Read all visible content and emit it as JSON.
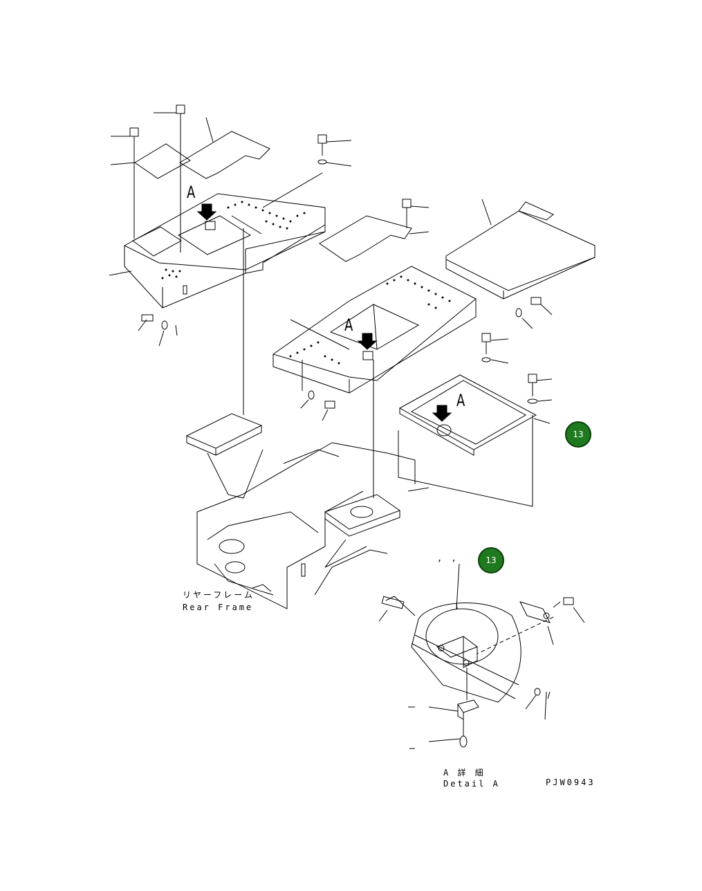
{
  "labels": {
    "detail_marker": "A",
    "rear_frame_jp": "リヤーフレーム",
    "rear_frame_en": "Rear Frame",
    "detail_title_jp": "A 詳 細",
    "detail_title_en": "Detail A",
    "drawing_code": "PJW0943",
    "commas": ",  ,"
  },
  "badges": [
    {
      "text": "13"
    },
    {
      "text": "13"
    }
  ],
  "colors": {
    "badge_fill": "#1f7a1f",
    "line": "#000000"
  }
}
